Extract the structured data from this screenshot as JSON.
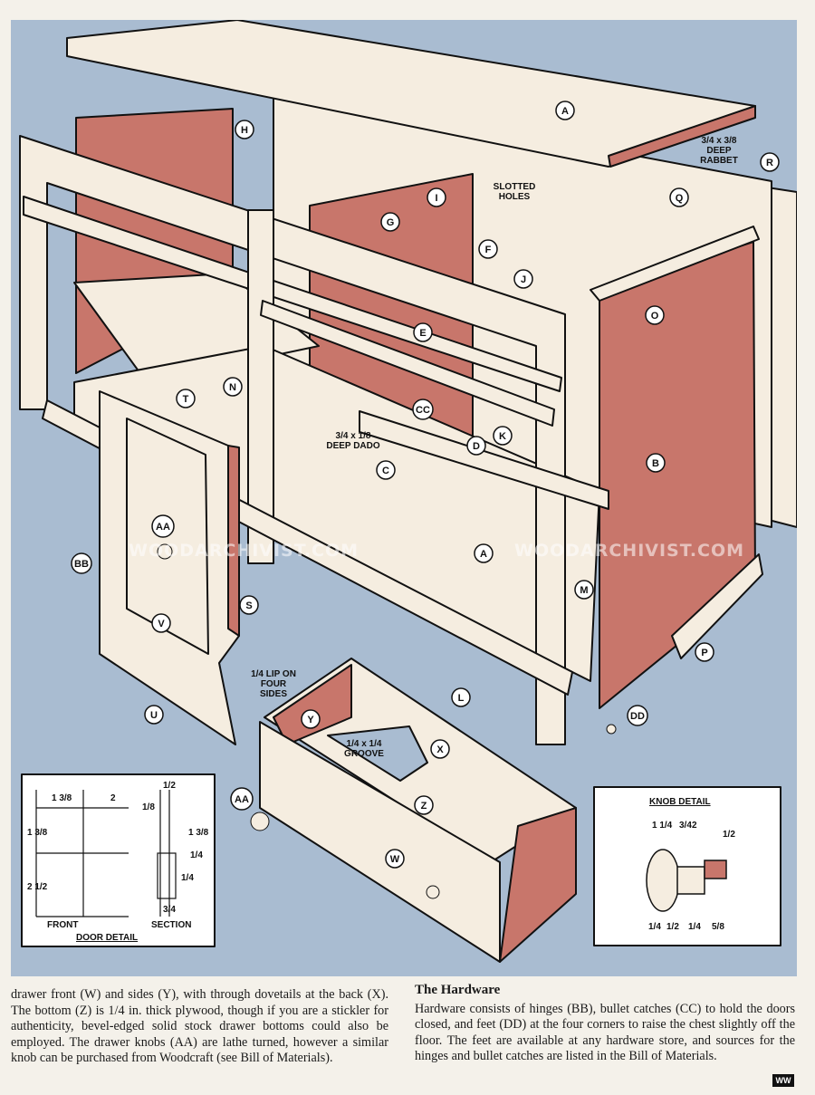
{
  "illustration": {
    "part_labels": {
      "A": "A",
      "B": "B",
      "C": "C",
      "D": "D",
      "E": "E",
      "F": "F",
      "G": "G",
      "H": "H",
      "I": "I",
      "J": "J",
      "K": "K",
      "L": "L",
      "M": "M",
      "N": "N",
      "O": "O",
      "P": "P",
      "Q": "Q",
      "R": "R",
      "S": "S",
      "T": "T",
      "U": "U",
      "V": "V",
      "W": "W",
      "X": "X",
      "Y": "Y",
      "Z": "Z",
      "AA": "AA",
      "BB": "BB",
      "CC": "CC",
      "DD": "DD"
    },
    "notes": {
      "rabbet": [
        "3/4 x 3/8",
        "DEEP",
        "RABBET"
      ],
      "slotted": [
        "SLOTTED",
        "HOLES"
      ],
      "dado": [
        "3/4 x 1/8",
        "DEEP DADO"
      ],
      "lip": [
        "1/4 LIP ON",
        "FOUR",
        "SIDES"
      ],
      "groove": [
        "1/4 x 1/4",
        "GROOVE"
      ]
    },
    "watermark": "WOODARCHIVIST.COM",
    "door_detail": {
      "title": "DOOR DETAIL",
      "front": "FRONT",
      "section": "SECTION",
      "dims": [
        "1 3/8",
        "2",
        "1 3/8",
        "2 1/2",
        "1/2",
        "1/8",
        "1 3/8",
        "1/4",
        "1/4",
        "3/4"
      ]
    },
    "knob_detail": {
      "title": "KNOB DETAIL",
      "dims_top": [
        "1 1/4",
        "3/4",
        "2",
        "1/2"
      ],
      "dims_bottom": [
        "1/4",
        "1/2",
        "1/4",
        "5/8"
      ]
    }
  },
  "text": {
    "left_column": "drawer front (W) and sides (Y), with through dovetails at the back (X). The bottom (Z) is 1/4 in. thick plywood, though if you are a stickler for authenticity, bevel-edged solid stock drawer bottoms could also be employed. The drawer knobs (AA) are lathe turned, however a similar knob can be purchased from Woodcraft (see Bill of Materials).",
    "hardware_heading": "The Hardware",
    "hardware_body": "Hardware consists of hinges (BB), bullet catches (CC) to hold the doors closed, and feet (DD) at the four corners to raise the chest slightly off the floor. The feet are available at any hardware store, and sources for the hinges and bullet catches are listed in the Bill of Materials.",
    "logo": "WW"
  },
  "colors": {
    "background_blue": "#a9bcd1",
    "wood_red": "#c8766b",
    "wood_light": "#f5ede0",
    "ink": "#111111"
  }
}
